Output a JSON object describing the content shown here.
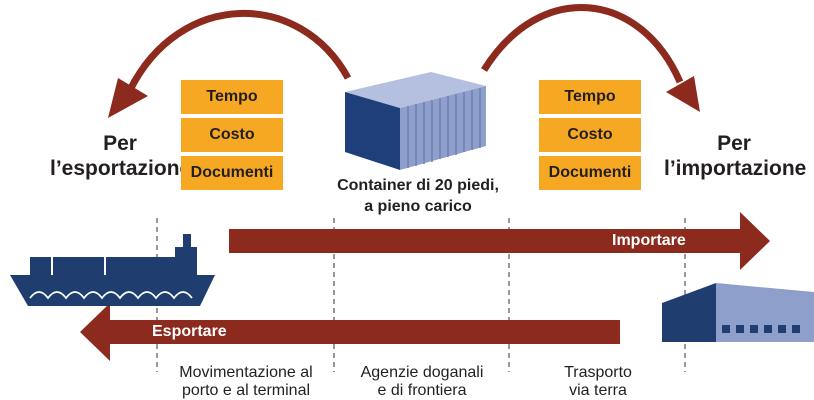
{
  "left_group": {
    "title_line1": "Per",
    "title_line2": "l’esportazione",
    "boxes": [
      "Tempo",
      "Costo",
      "Documenti"
    ]
  },
  "right_group": {
    "title_line1": "Per",
    "title_line2": "l’importazione",
    "boxes": [
      "Tempo",
      "Costo",
      "Documenti"
    ]
  },
  "container_caption": {
    "line1": "Container di 20 piedi,",
    "line2": "a pieno carico"
  },
  "arrows": {
    "import_label": "Importare",
    "export_label": "Esportare"
  },
  "stages": [
    {
      "line1": "Movimentazione al",
      "line2": "porto e al terminal"
    },
    {
      "line1": "Agenzie doganali",
      "line2": "e di frontiera"
    },
    {
      "line1": "Trasporto",
      "line2": "via terra"
    }
  ],
  "icons": [
    "ship-icon",
    "shipping-container-icon",
    "warehouse-icon",
    "curved-arrow-icon"
  ],
  "colors": {
    "arrow": "#8b2a1d",
    "box": "#f7a823",
    "ship": "#1f3d6f",
    "container": "#8f9fcc",
    "warehouse": "#1f3d6f"
  }
}
